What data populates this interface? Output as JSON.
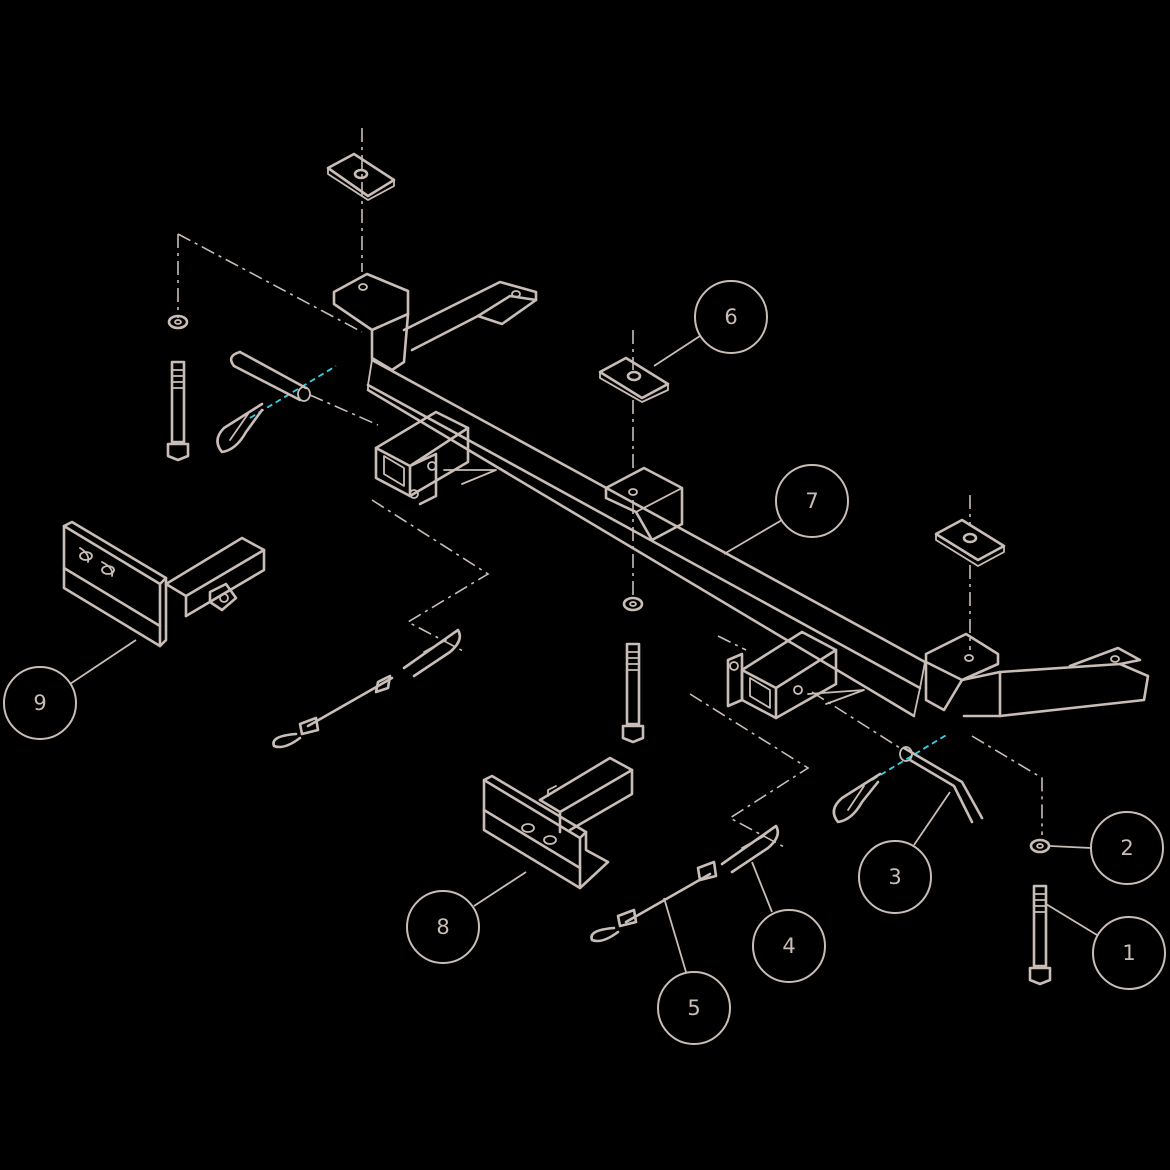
{
  "diagram": {
    "colors": {
      "background": "#000000",
      "line": "#c9bdb7",
      "accent_axis": "#39d0e6"
    },
    "callouts": [
      {
        "id": "callout-1",
        "label": "1"
      },
      {
        "id": "callout-2",
        "label": "2"
      },
      {
        "id": "callout-3",
        "label": "3"
      },
      {
        "id": "callout-4",
        "label": "4"
      },
      {
        "id": "callout-5",
        "label": "5"
      },
      {
        "id": "callout-6",
        "label": "6"
      },
      {
        "id": "callout-7",
        "label": "7"
      },
      {
        "id": "callout-8",
        "label": "8"
      },
      {
        "id": "callout-9",
        "label": "9"
      }
    ]
  }
}
